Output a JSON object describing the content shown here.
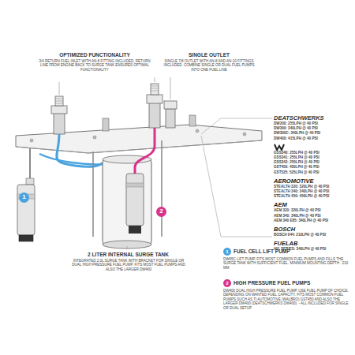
{
  "diagram": {
    "nodes": [
      {
        "text": [
          "1"
        ]
      },
      {
        "text": [
          "2"
        ]
      },
      {
        "text": [
          "DEATSCHWERKS",
          "DW200: 255LPH @ 40 PSI",
          "DW300: 340LPH @ 40 PSI",
          "DW300C: 340LPH @ 40 PSI",
          "DW400: 415LPH @ 40 PSI",
          "GSS340: 255LPH @ 40 PSI",
          "GSS341: 255LPH @ 40 PSI",
          "GSS342: 255LPH @ 40 PSI",
          "GST450: 450LPH @ 40 PSI",
          "GST525: 525LPH @ 40 PSI",
          "AEROMOTIVE",
          "STEALTH 320: 320LPH @ 40 PSI",
          "STEALTH 340: 340LPH @ 40 PSI",
          "STEALTH 450: 450LPH @ 40 PSI",
          "AEM",
          "AEM 320: 320LPH @ 40 PSI",
          "AEM 340: 340LPH @ 40 PSI",
          "AEM 340 E85: 340LPH @ 40 PSI",
          "BOSCH",
          "BOSCH 044: 210LPH @ 40 PSI",
          "FUELAB",
          "491 SERIES: 340LPH @ 40 PSI"
        ]
      },
      {
        "text": [
          "1"
        ]
      },
      {
        "text": [
          "2"
        ]
      }
    ],
    "labels": [
      "OPTIMIZED FUNCTIONALITY",
      "3/4 RETURN FUEL INLET WITH AN-8 FITTING INCLUDED, RETURN LINE FROM ENGINE BACK TO SURGE TANK ENSURES OPTIMAL FUNCTIONALITY",
      "SINGLE OUTLET",
      "SINGLE 7/8 OUTLET WITH AN-8 AND AN-10 FITTINGS INCLUDED. COMBINE SINGLE OR DUAL FUEL PUMPS INTO ONE FUEL LINE",
      "2 LITER INTERNAL SURGE TANK",
      "INTEGRATED 2.0L SURGE TANK WITH BRACKET FOR SINGLE OR DUAL HIGH PRESSURE FUEL PUMP. FITS MOST FUEL PUMPS AND ALSO THE LARGER DW400",
      "FUEL CELL LIFT PUMP",
      "DW65C LIFT PUMP, FITS MOST COMMON FUEL PUMPS AND FILLS THE SURGE TANK WITH SUFFICIENT FUEL. MINIMUM MOUNTING DEPTH : 210 MM",
      "HIGH PRESSURE FUEL PUMPS",
      "DW400 DUAL HIGH PRESSURE FUEL PUMP. USE FUEL PUMP OF CHOICE, DEPENDING ON WANTED FUEL CAPACITY. FITS MOST COMMON FUEL PUMPS SUCH AS TI AUTOMOTIVE (WALBRO) GST450 AND ALSO THE LARGER DW400 (DEATSCHWERKS DW400). - ALL INCLUDED FOR SINGLE OR DUAL SETUP"
    ]
  }
}
